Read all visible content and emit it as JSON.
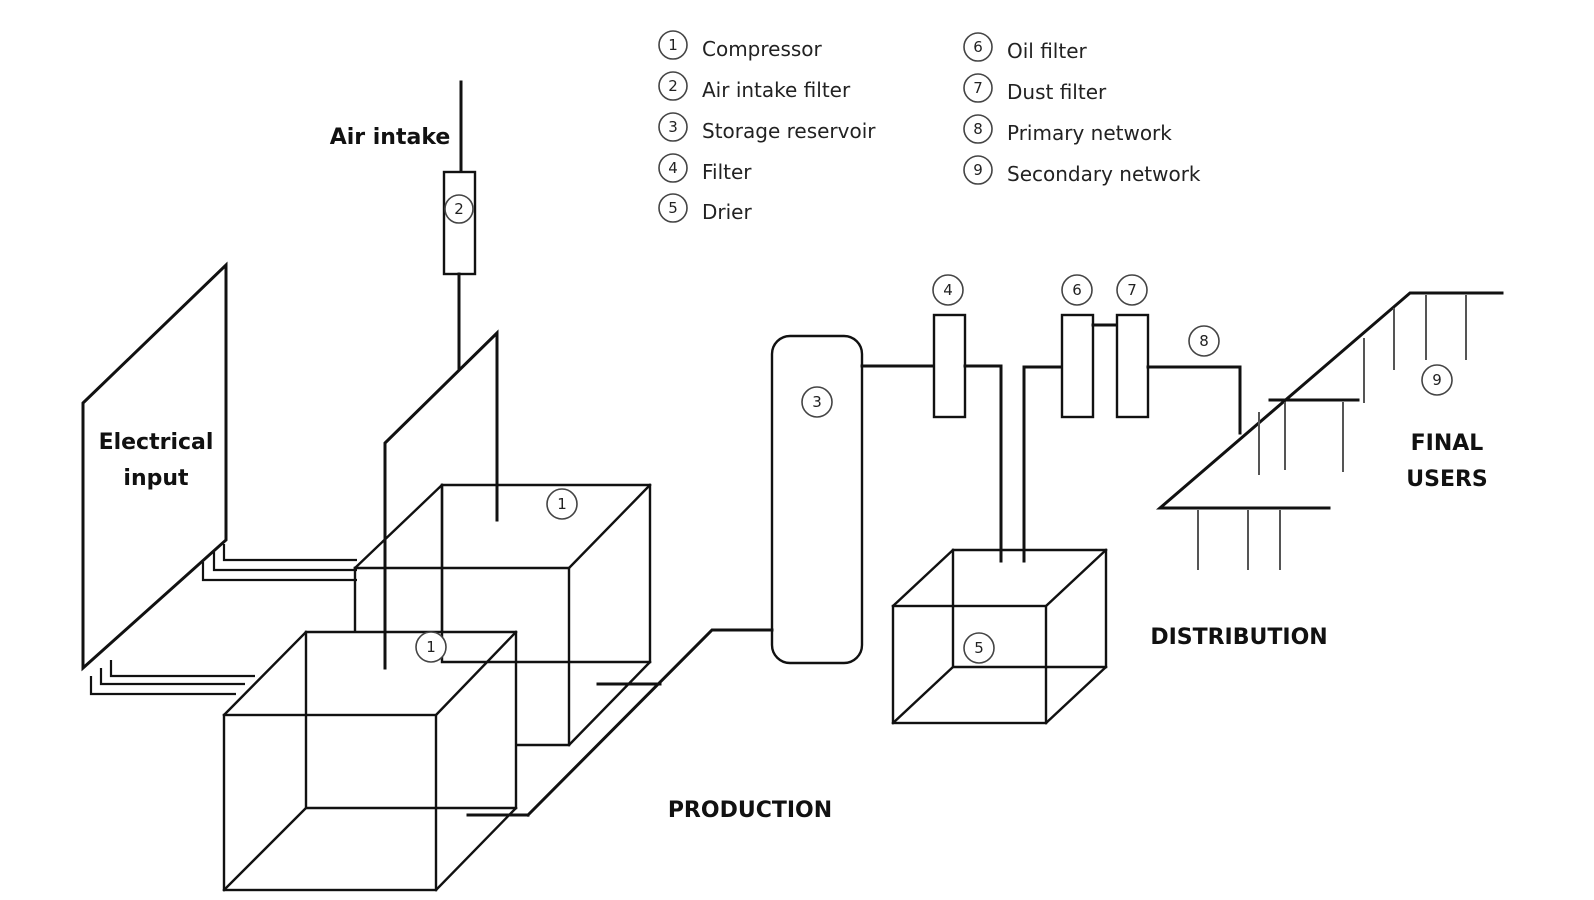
{
  "legend": {
    "items": [
      {
        "number": "1",
        "label": "Compressor"
      },
      {
        "number": "2",
        "label": "Air intake filter"
      },
      {
        "number": "3",
        "label": "Storage reservoir"
      },
      {
        "number": "4",
        "label": "Filter"
      },
      {
        "number": "5",
        "label": "Drier"
      },
      {
        "number": "6",
        "label": "Oil filter"
      },
      {
        "number": "7",
        "label": "Dust filter"
      },
      {
        "number": "8",
        "label": "Primary network"
      },
      {
        "number": "9",
        "label": "Secondary network"
      }
    ]
  },
  "labels": {
    "air_intake": "Air intake",
    "electrical_line1": "Electrical",
    "electrical_line2": "input",
    "production": "PRODUCTION",
    "distribution": "DISTRIBUTION",
    "final_users_line1": "FINAL",
    "final_users_line2": "USERS"
  },
  "badges": {
    "compressor": "1",
    "air_intake_filter": "2",
    "storage_reservoir": "3",
    "filter": "4",
    "drier": "5",
    "oil_filter": "6",
    "dust_filter": "7",
    "primary_network": "8",
    "secondary_network": "9"
  }
}
